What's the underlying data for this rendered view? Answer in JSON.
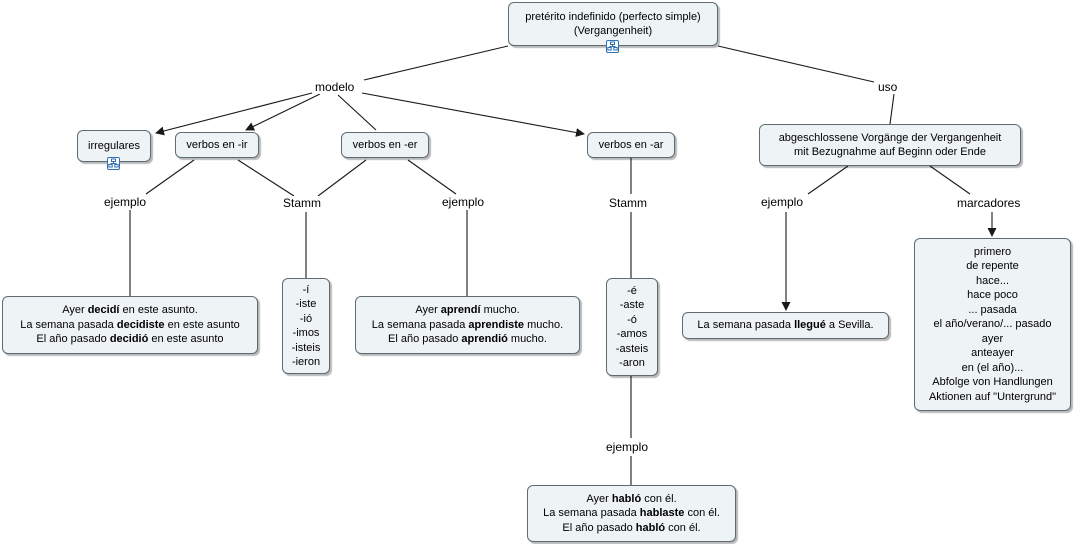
{
  "root": {
    "lines": [
      "pretérito indefinido (perfecto simple)",
      "(Vergangenheit)"
    ]
  },
  "labels": {
    "modelo": "modelo",
    "uso": "uso",
    "ejemplo_ir": "ejemplo",
    "stamm_ir_er": "Stamm",
    "ejemplo_er": "ejemplo",
    "stamm_ar": "Stamm",
    "ejemplo_ar": "ejemplo",
    "ejemplo_uso": "ejemplo",
    "marcadores": "marcadores"
  },
  "nodes": {
    "irregulares": {
      "lines": [
        "irregulares"
      ]
    },
    "verbos_ir": {
      "lines": [
        "verbos en -ir"
      ]
    },
    "verbos_er": {
      "lines": [
        "verbos en -er"
      ]
    },
    "verbos_ar": {
      "lines": [
        "verbos en -ar"
      ]
    },
    "uso_desc": {
      "lines": [
        "abgeschlossene Vorgänge der Vergangenheit",
        "mit Bezugnahme auf Beginn oder Ende"
      ]
    },
    "endings_ir_er": {
      "lines": [
        "-í",
        "-iste",
        "-ió",
        "-imos",
        "-isteis",
        "-ieron"
      ]
    },
    "endings_ar": {
      "lines": [
        "-é",
        "-aste",
        "-ó",
        "-amos",
        "-asteis",
        "-aron"
      ]
    },
    "ejemplo_ir_box": {
      "lines": [
        [
          {
            "t": "Ayer "
          },
          {
            "t": "decidí",
            "b": true
          },
          {
            "t": " en este asunto."
          }
        ],
        [
          {
            "t": "La semana pasada "
          },
          {
            "t": "decidiste",
            "b": true
          },
          {
            "t": " en este asunto"
          }
        ],
        [
          {
            "t": "El año pasado "
          },
          {
            "t": "decidió",
            "b": true
          },
          {
            "t": " en este asunto"
          }
        ]
      ]
    },
    "ejemplo_er_box": {
      "lines": [
        [
          {
            "t": "Ayer "
          },
          {
            "t": "aprendí",
            "b": true
          },
          {
            "t": " mucho."
          }
        ],
        [
          {
            "t": "La semana pasada "
          },
          {
            "t": "aprendiste",
            "b": true
          },
          {
            "t": " mucho."
          }
        ],
        [
          {
            "t": "El año pasado "
          },
          {
            "t": "aprendió",
            "b": true
          },
          {
            "t": " mucho."
          }
        ]
      ]
    },
    "ejemplo_ar_box": {
      "lines": [
        [
          {
            "t": "Ayer "
          },
          {
            "t": "habló",
            "b": true
          },
          {
            "t": " con él."
          }
        ],
        [
          {
            "t": "La semana pasada "
          },
          {
            "t": "hablaste",
            "b": true
          },
          {
            "t": " con él."
          }
        ],
        [
          {
            "t": "El año pasado "
          },
          {
            "t": "habló",
            "b": true
          },
          {
            "t": " con él."
          }
        ]
      ]
    },
    "ejemplo_uso_box": {
      "lines": [
        [
          {
            "t": "La semana pasada "
          },
          {
            "t": "llegué",
            "b": true
          },
          {
            "t": " a Sevilla."
          }
        ]
      ]
    },
    "marcadores_box": {
      "lines": [
        "primero",
        "de repente",
        "hace...",
        "hace poco",
        "... pasada",
        "el año/verano/... pasado",
        "ayer",
        "anteayer",
        "en (el año)...",
        "Abfolge von Handlungen",
        "Aktionen auf \"Untergrund\""
      ]
    }
  },
  "colors": {
    "node_fill": "#eef3f6",
    "node_border": "#5f6b73",
    "link": "#1a1a1a",
    "map_icon": "#2f72b4"
  },
  "icons": [
    "sub-map-icon"
  ]
}
